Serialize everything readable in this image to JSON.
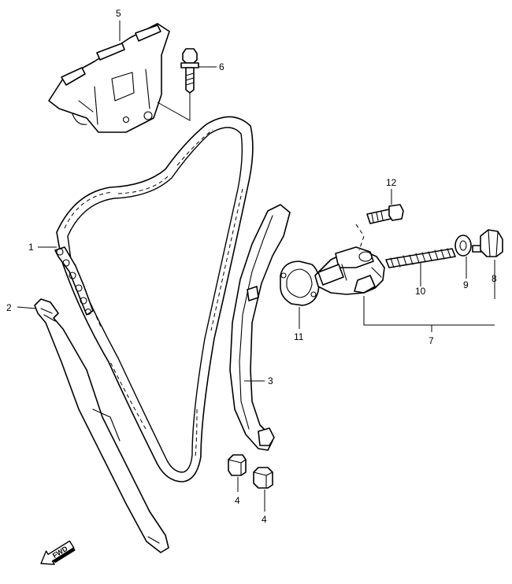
{
  "diagram": {
    "callouts": [
      {
        "id": "1",
        "label": "1"
      },
      {
        "id": "2",
        "label": "2"
      },
      {
        "id": "3",
        "label": "3"
      },
      {
        "id": "4a",
        "label": "4"
      },
      {
        "id": "4b",
        "label": "4"
      },
      {
        "id": "5",
        "label": "5"
      },
      {
        "id": "6",
        "label": "6"
      },
      {
        "id": "7",
        "label": "7"
      },
      {
        "id": "8",
        "label": "8"
      },
      {
        "id": "9",
        "label": "9"
      },
      {
        "id": "10",
        "label": "10"
      },
      {
        "id": "11",
        "label": "11"
      },
      {
        "id": "12",
        "label": "12"
      }
    ],
    "direction_badge": "FWD"
  }
}
